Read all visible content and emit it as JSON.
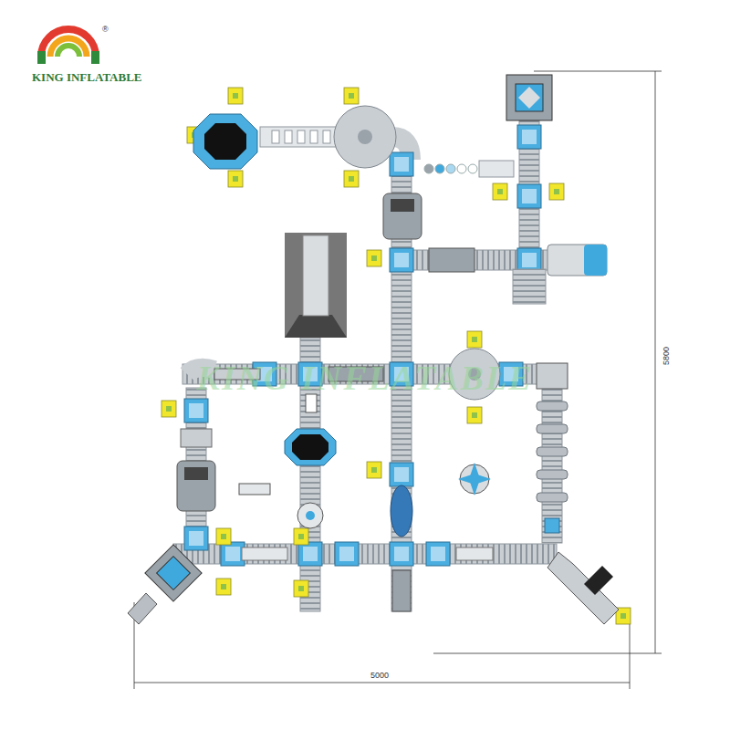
{
  "diagram": {
    "labels": [
      "KING INFLATABLE",
      "®",
      "5800",
      "5000",
      "KING INFLATABLE"
    ]
  }
}
